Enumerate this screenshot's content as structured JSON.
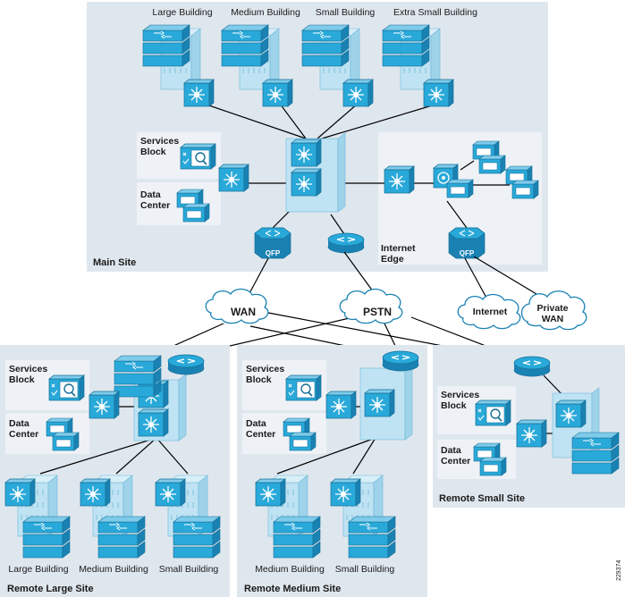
{
  "main_site": {
    "title": "Main Site",
    "buildings": [
      "Large Building",
      "Medium Building",
      "Small Building",
      "Extra Small Building"
    ],
    "services_block": [
      "Services",
      "Block"
    ],
    "data_center": [
      "Data",
      "Center"
    ],
    "internet_edge": [
      "Internet",
      "Edge"
    ],
    "qfp_label": "QFP"
  },
  "clouds": {
    "wan": "WAN",
    "pstn": "PSTN",
    "internet": "Internet",
    "private_wan": [
      "Private",
      "WAN"
    ]
  },
  "remote_large": {
    "title": "Remote Large Site",
    "services_block": [
      "Services",
      "Block"
    ],
    "data_center": [
      "Data",
      "Center"
    ],
    "buildings": [
      "Large Building",
      "Medium Building",
      "Small Building"
    ]
  },
  "remote_medium": {
    "title": "Remote Medium Site",
    "services_block": [
      "Services",
      "Block"
    ],
    "data_center": [
      "Data",
      "Center"
    ],
    "buildings": [
      "Medium Building",
      "Small Building"
    ]
  },
  "remote_small": {
    "title": "Remote Small Site",
    "services_block": [
      "Services",
      "Block"
    ],
    "data_center": [
      "Data",
      "Center"
    ]
  },
  "figure_id": "229374",
  "colors": {
    "site_bg": "#dfe7ee",
    "inner_bg": "#eef2f6",
    "device_main": "#29a9d9",
    "device_dark": "#156f97",
    "device_light": "#bfe3f3",
    "link": "#000000"
  }
}
